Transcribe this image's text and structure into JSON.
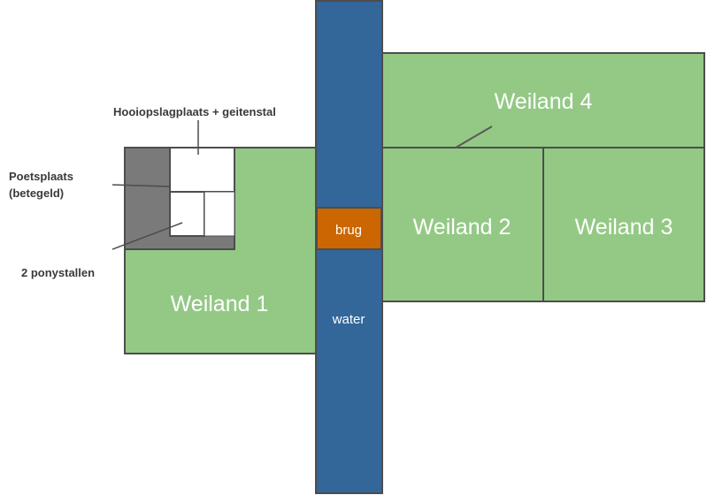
{
  "labels": {
    "weiland1": "Weiland 1",
    "weiland2": "Weiland 2",
    "weiland3": "Weiland 3",
    "weiland4": "Weiland 4",
    "water": "water",
    "brug": "brug",
    "hooi": "Hooiopslagplaats + geitenstal",
    "poets_line1": "Poetsplaats",
    "poets_line2": "(betegeld)",
    "ponystallen": "2 ponystallen"
  },
  "colors": {
    "meadow": "#93c985",
    "water": "#336699",
    "bridge": "#cc6600",
    "paved": "#7a7a7a",
    "building": "#ffffff",
    "outline": "#4d4d4d"
  }
}
